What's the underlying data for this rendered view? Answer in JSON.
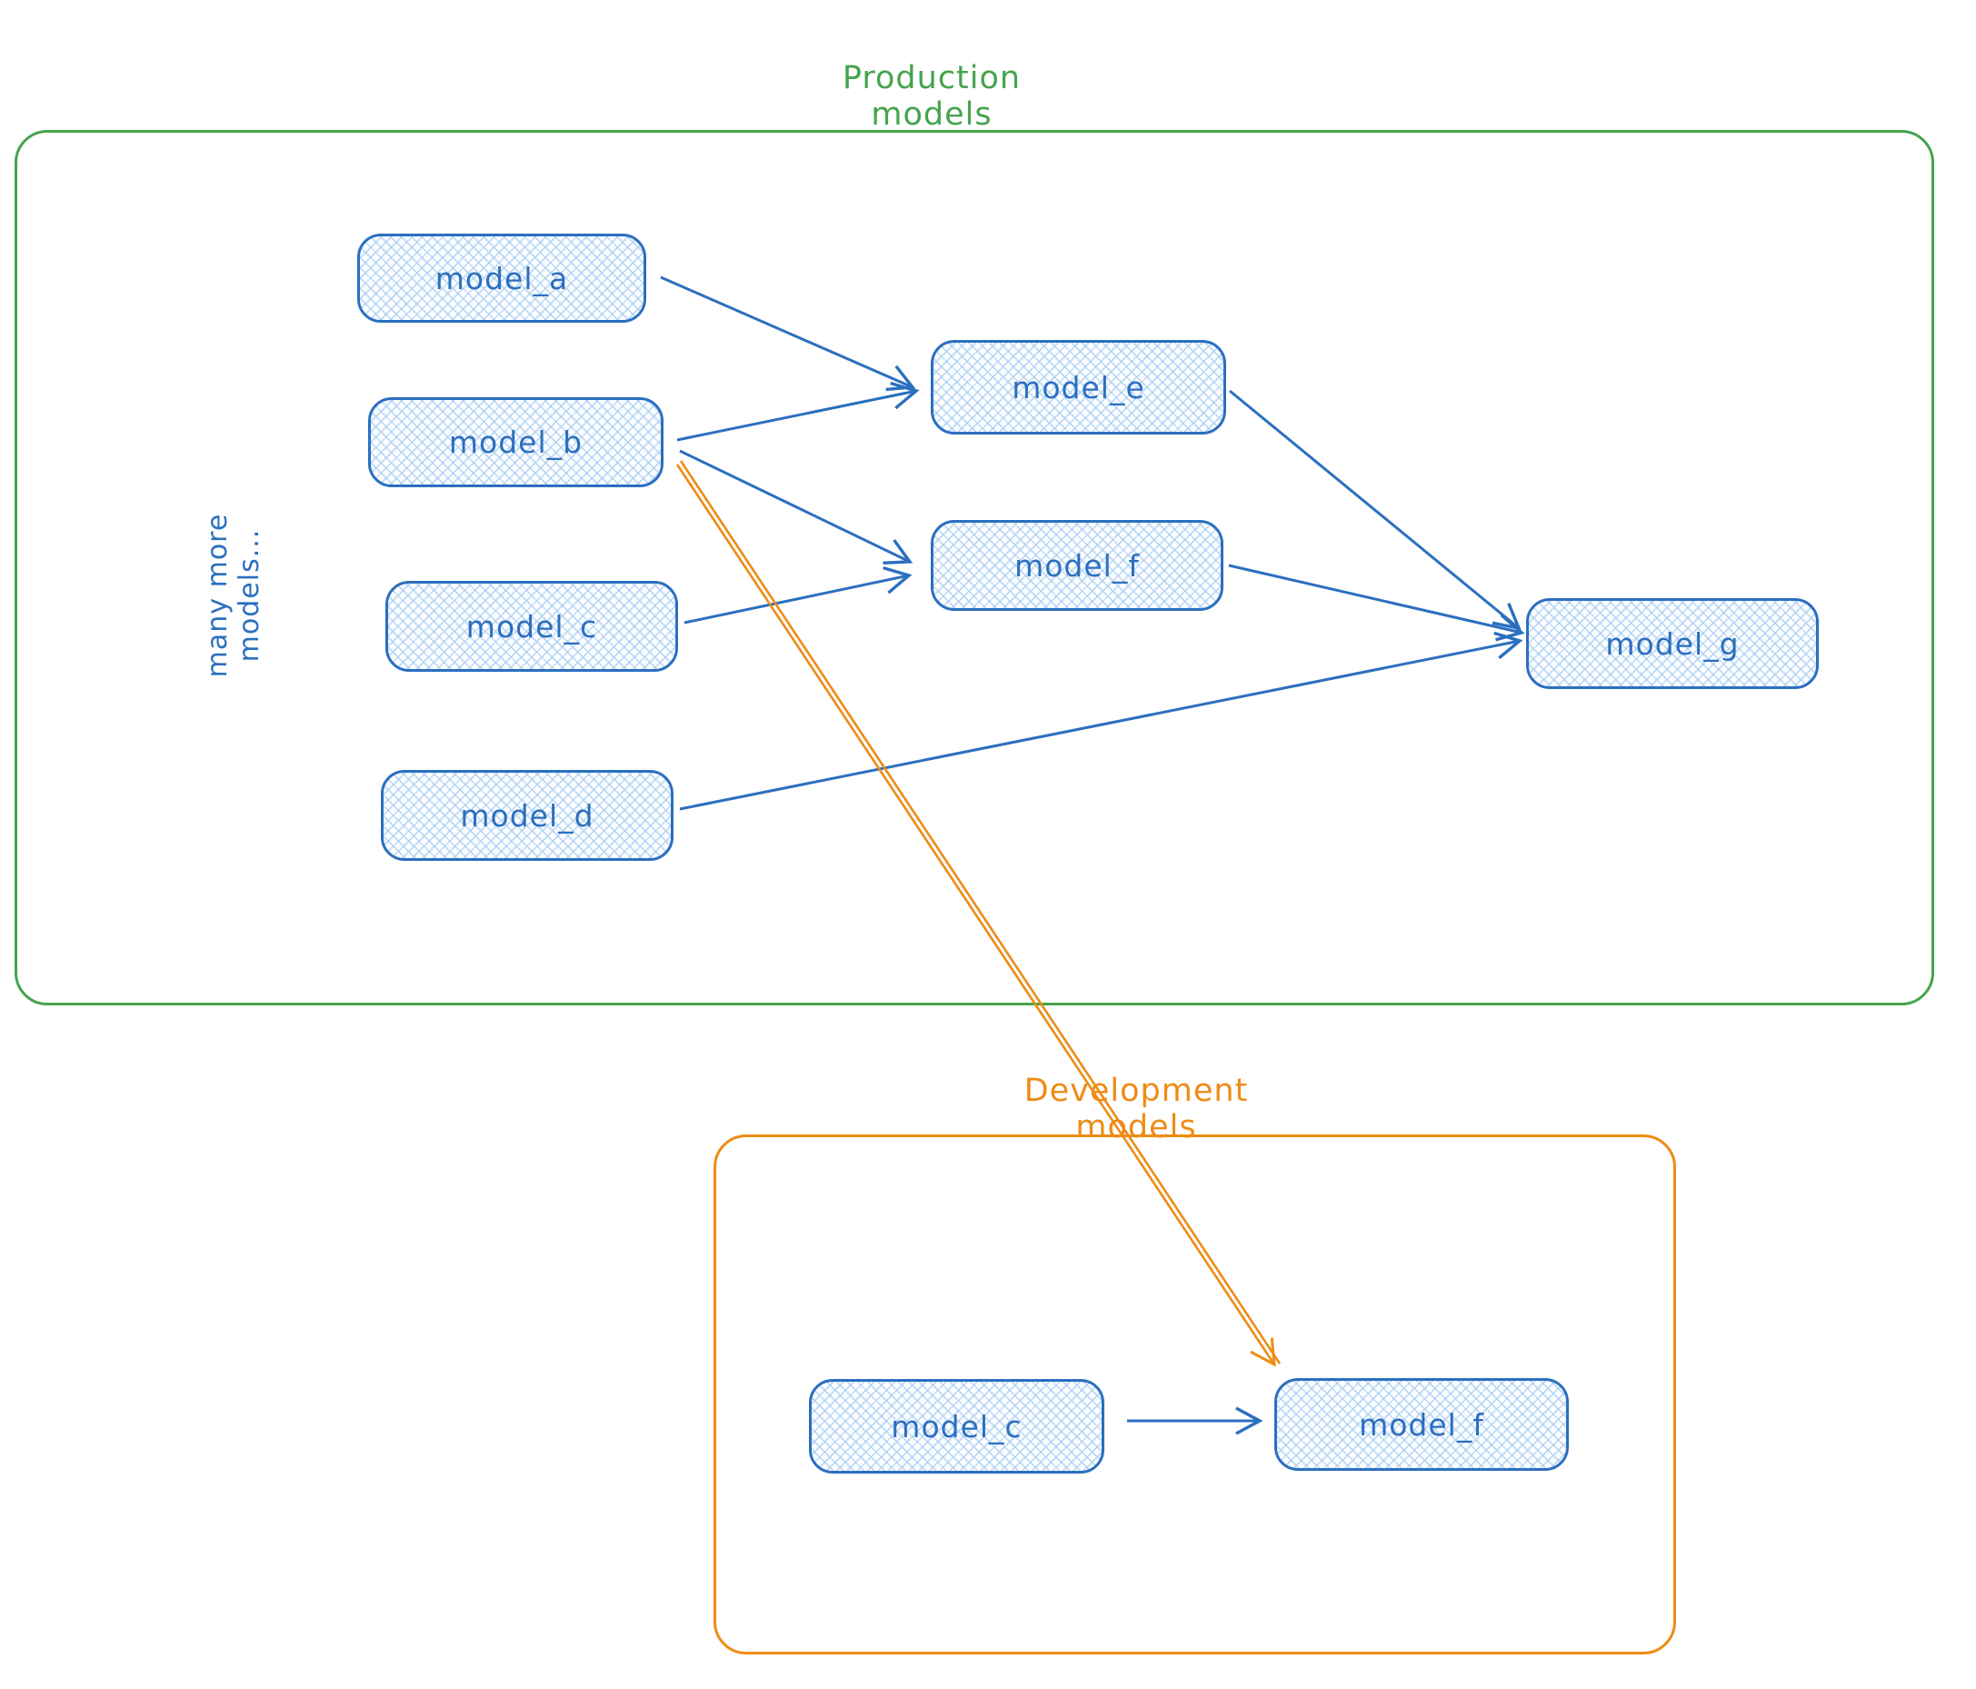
{
  "production": {
    "title": "Production models",
    "side_note": "many more models...",
    "nodes": [
      {
        "id": "model_a",
        "label": "model_a"
      },
      {
        "id": "model_b",
        "label": "model_b"
      },
      {
        "id": "model_c",
        "label": "model_c"
      },
      {
        "id": "model_d",
        "label": "model_d"
      },
      {
        "id": "model_e",
        "label": "model_e"
      },
      {
        "id": "model_f",
        "label": "model_f"
      },
      {
        "id": "model_g",
        "label": "model_g"
      }
    ]
  },
  "development": {
    "title": "Development models",
    "nodes": [
      {
        "id": "dev_model_c",
        "label": "model_c"
      },
      {
        "id": "dev_model_f",
        "label": "model_f"
      }
    ]
  },
  "edges": [
    {
      "from": "model_a",
      "to": "model_e",
      "color": "blue"
    },
    {
      "from": "model_b",
      "to": "model_e",
      "color": "blue"
    },
    {
      "from": "model_b",
      "to": "model_f",
      "color": "blue"
    },
    {
      "from": "model_c",
      "to": "model_f",
      "color": "blue"
    },
    {
      "from": "model_e",
      "to": "model_g",
      "color": "blue"
    },
    {
      "from": "model_f",
      "to": "model_g",
      "color": "blue"
    },
    {
      "from": "model_d",
      "to": "model_g",
      "color": "blue"
    },
    {
      "from": "model_b",
      "to": "dev_model_f",
      "color": "orange"
    },
    {
      "from": "dev_model_c",
      "to": "dev_model_f",
      "color": "blue"
    }
  ],
  "colors": {
    "node_stroke": "#2b6fbf",
    "node_fill_hatch": "#a0c8f0",
    "production_green": "#45a44e",
    "development_orange": "#ee8c15",
    "arrow_blue": "#2b6fbf",
    "arrow_orange": "#ee8c15"
  }
}
